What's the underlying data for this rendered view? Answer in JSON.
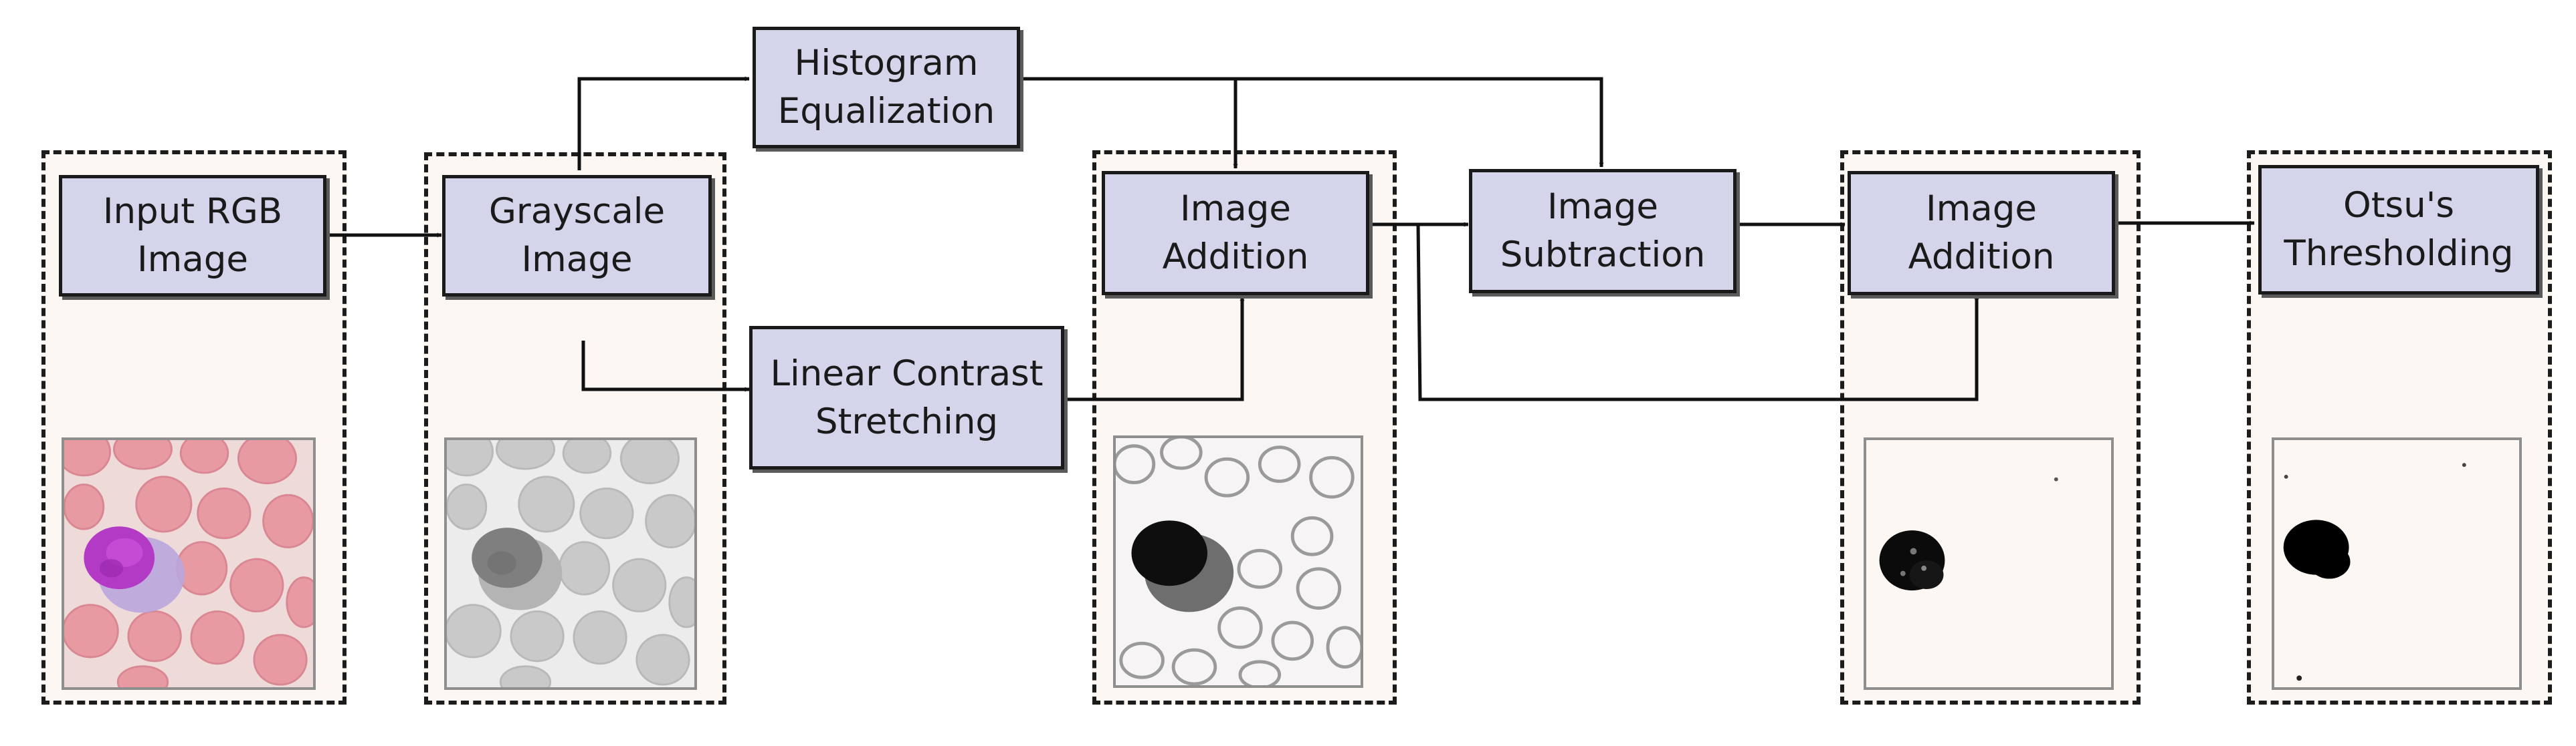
{
  "diagram": {
    "nodes": {
      "input": "Input RGB\nImage",
      "grayscale": "Grayscale\nImage",
      "histogram": "Histogram\nEqualization",
      "linear": "Linear Contrast\nStretching",
      "addition1": "Image\nAddition",
      "subtraction": "Image\nSubtraction",
      "addition2": "Image\nAddition",
      "otsu": "Otsu's\nThresholding"
    },
    "edges": [
      {
        "from": "input",
        "to": "grayscale"
      },
      {
        "from": "grayscale",
        "to": "histogram"
      },
      {
        "from": "grayscale",
        "to": "linear"
      },
      {
        "from": "histogram",
        "to": "addition1"
      },
      {
        "from": "histogram",
        "to": "subtraction"
      },
      {
        "from": "linear",
        "to": "addition1"
      },
      {
        "from": "addition1",
        "to": "subtraction"
      },
      {
        "from": "addition1",
        "to": "addition2"
      },
      {
        "from": "subtraction",
        "to": "addition2"
      },
      {
        "from": "addition2",
        "to": "otsu"
      }
    ],
    "thumbnails": [
      {
        "stage": "input",
        "description_icon": "blood-smear-rgb-image"
      },
      {
        "stage": "grayscale",
        "description_icon": "blood-smear-grayscale-image"
      },
      {
        "stage": "addition1",
        "description_icon": "enhanced-cell-image"
      },
      {
        "stage": "addition2",
        "description_icon": "segmented-nucleus-image"
      },
      {
        "stage": "otsu",
        "description_icon": "binary-mask-image"
      }
    ],
    "colors": {
      "node_fill": "#d4d4ea",
      "node_border": "#1a1a1a",
      "group_background": "#fcf7f2",
      "arrow": "#111111",
      "rgb_background": "#efdada",
      "rbc_fill": "#e89aa3",
      "nucleus_fill": "#b23ac4",
      "cytoplasm_fill": "#b9a6dd"
    }
  }
}
